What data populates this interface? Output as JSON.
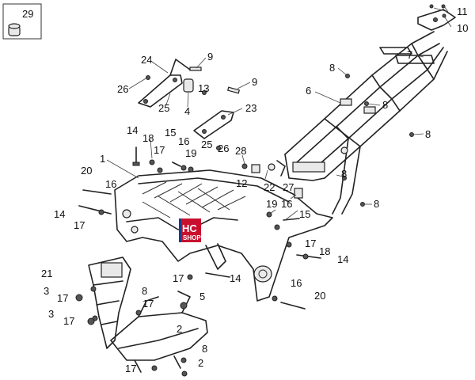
{
  "callouts": [
    {
      "id": "c29",
      "text": "29"
    },
    {
      "id": "c11",
      "text": "11"
    },
    {
      "id": "c10",
      "text": "10"
    },
    {
      "id": "c9a",
      "text": "9"
    },
    {
      "id": "c24",
      "text": "24"
    },
    {
      "id": "c26a",
      "text": "26"
    },
    {
      "id": "c25a",
      "text": "25"
    },
    {
      "id": "c4",
      "text": "4"
    },
    {
      "id": "c13",
      "text": "13"
    },
    {
      "id": "c9b",
      "text": "9"
    },
    {
      "id": "c23",
      "text": "23"
    },
    {
      "id": "c7",
      "text": "7"
    },
    {
      "id": "c8a",
      "text": "8"
    },
    {
      "id": "c6",
      "text": "6"
    },
    {
      "id": "c8b",
      "text": "8"
    },
    {
      "id": "c8c",
      "text": "8"
    },
    {
      "id": "c14a",
      "text": "14"
    },
    {
      "id": "c15a",
      "text": "15"
    },
    {
      "id": "c18a",
      "text": "18"
    },
    {
      "id": "c16a",
      "text": "16"
    },
    {
      "id": "c17a",
      "text": "17"
    },
    {
      "id": "c19a",
      "text": "19"
    },
    {
      "id": "c25b",
      "text": "25"
    },
    {
      "id": "c26b",
      "text": "26"
    },
    {
      "id": "c28",
      "text": "28"
    },
    {
      "id": "c1",
      "text": "1"
    },
    {
      "id": "c20a",
      "text": "20"
    },
    {
      "id": "c16b",
      "text": "16"
    },
    {
      "id": "c12",
      "text": "12"
    },
    {
      "id": "c22",
      "text": "22"
    },
    {
      "id": "c27",
      "text": "27"
    },
    {
      "id": "c8d",
      "text": "8"
    },
    {
      "id": "c8e",
      "text": "8"
    },
    {
      "id": "c14b",
      "text": "14"
    },
    {
      "id": "c17b",
      "text": "17"
    },
    {
      "id": "c19b",
      "text": "19"
    },
    {
      "id": "c16c",
      "text": "16"
    },
    {
      "id": "c15b",
      "text": "15"
    },
    {
      "id": "c17c",
      "text": "17"
    },
    {
      "id": "c18b",
      "text": "18"
    },
    {
      "id": "c14c",
      "text": "14"
    },
    {
      "id": "c21",
      "text": "21"
    },
    {
      "id": "c17d",
      "text": "17"
    },
    {
      "id": "c14d",
      "text": "14"
    },
    {
      "id": "c3a",
      "text": "3"
    },
    {
      "id": "c17e",
      "text": "17"
    },
    {
      "id": "c16d",
      "text": "16"
    },
    {
      "id": "c20b",
      "text": "20"
    },
    {
      "id": "c8f",
      "text": "8"
    },
    {
      "id": "c17f",
      "text": "17"
    },
    {
      "id": "c5",
      "text": "5"
    },
    {
      "id": "c3b",
      "text": "3"
    },
    {
      "id": "c17g",
      "text": "17"
    },
    {
      "id": "c2a",
      "text": "2"
    },
    {
      "id": "c8g",
      "text": "8"
    },
    {
      "id": "c2b",
      "text": "2"
    },
    {
      "id": "c17h",
      "text": "17"
    }
  ],
  "logo": {
    "brand": "HC",
    "sub": "SHOP"
  }
}
